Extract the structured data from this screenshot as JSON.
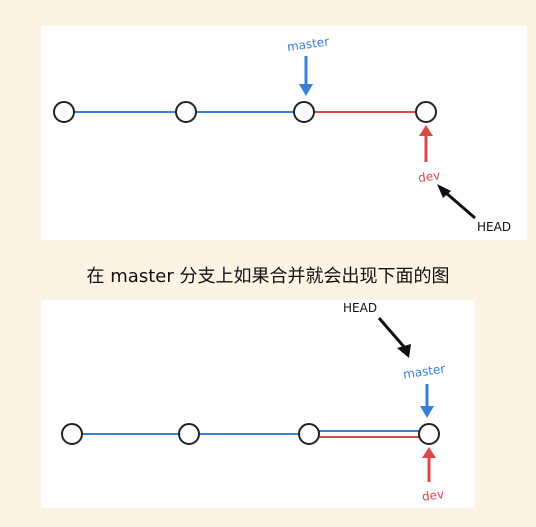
{
  "caption": "在 master 分支上如果合并就会出现下面的图",
  "diagram_top": {
    "labels": {
      "master": "master",
      "dev": "dev",
      "head": "HEAD"
    }
  },
  "diagram_bottom": {
    "labels": {
      "master": "master",
      "dev": "dev",
      "head": "HEAD"
    }
  },
  "colors": {
    "master_branch": "#3a7fd5",
    "dev_branch": "#d84a4a",
    "head_pointer": "#111111",
    "page_background": "#fcf3e4",
    "panel_background": "#ffffff"
  }
}
